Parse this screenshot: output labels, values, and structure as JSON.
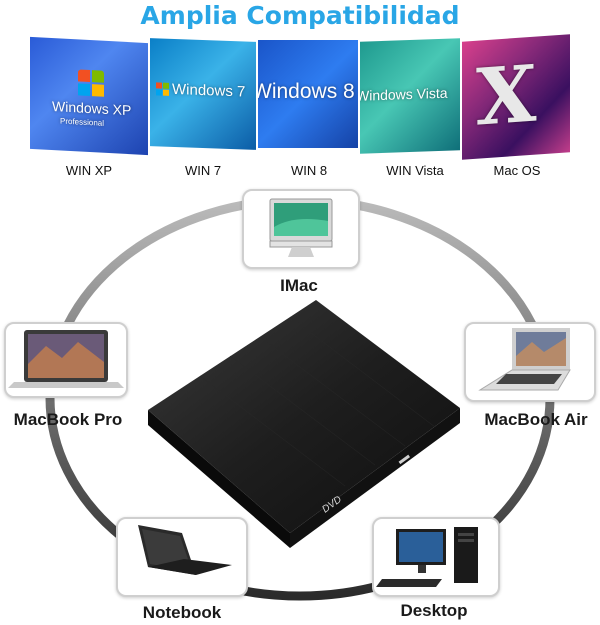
{
  "title": "Amplia Compatibilidad",
  "os_tiles": [
    {
      "tile_text": "Windows XP",
      "sub_text": "Professional",
      "label": "WIN XP"
    },
    {
      "tile_text": "Windows 7",
      "label": "WIN 7"
    },
    {
      "tile_text": "Windows 8",
      "label": "WIN 8"
    },
    {
      "tile_text": "Windows Vista",
      "label": "WIN Vista"
    },
    {
      "tile_text": "X",
      "label": "Mac OS"
    }
  ],
  "devices": {
    "imac": "IMac",
    "macbook_pro": "MacBook Pro",
    "macbook_air": "MacBook Air",
    "notebook": "Notebook",
    "desktop": "Desktop"
  },
  "drive_logo": "DVD",
  "colors": {
    "title": "#29a6e6",
    "ring": "#7a7a7a",
    "drive": "#1c1c1c"
  }
}
